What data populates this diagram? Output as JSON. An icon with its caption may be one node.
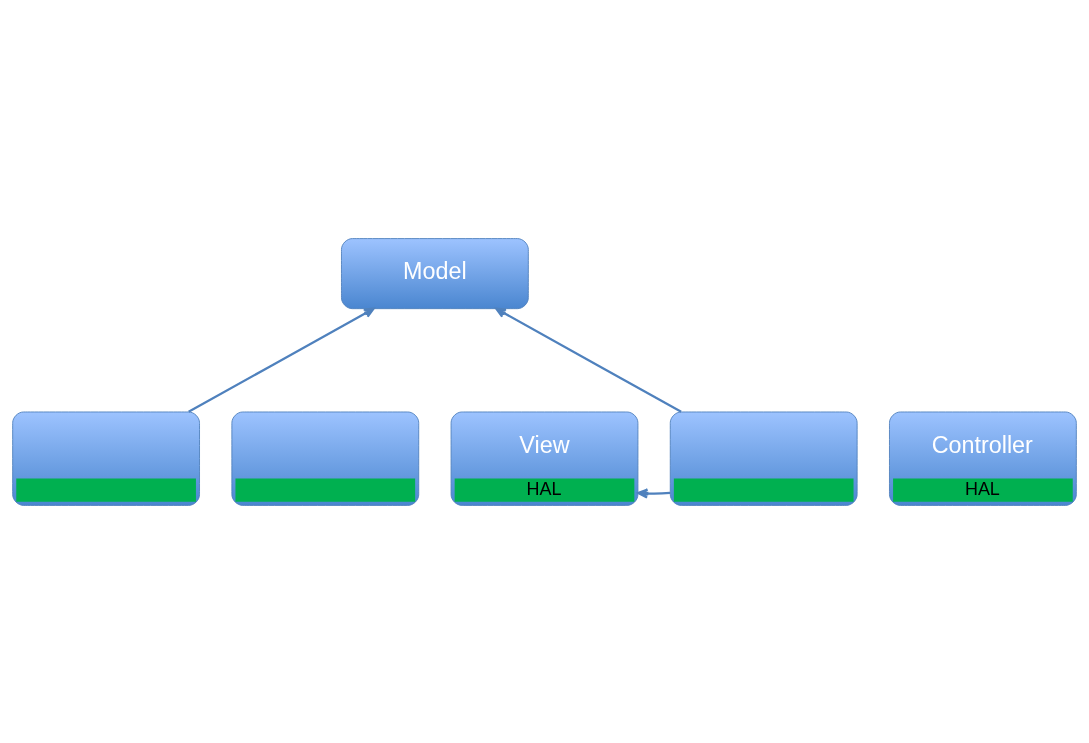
{
  "diagram": {
    "nodes": [
      {
        "text": [
          "Model"
        ]
      },
      {
        "text": [],
        "shape": "box"
      },
      {
        "text": [],
        "shape": "box"
      },
      {
        "text": [
          "View",
          "HAL"
        ]
      },
      {
        "text": [],
        "shape": "box"
      },
      {
        "text": [
          "Controller",
          "HAL"
        ]
      }
    ],
    "edges": [
      {
        "from": 1,
        "to": 0,
        "arrow": "to"
      },
      {
        "from": 4,
        "to": 0,
        "arrow": "to"
      },
      {
        "from": 4,
        "to": 3,
        "arrow": "to"
      }
    ]
  }
}
